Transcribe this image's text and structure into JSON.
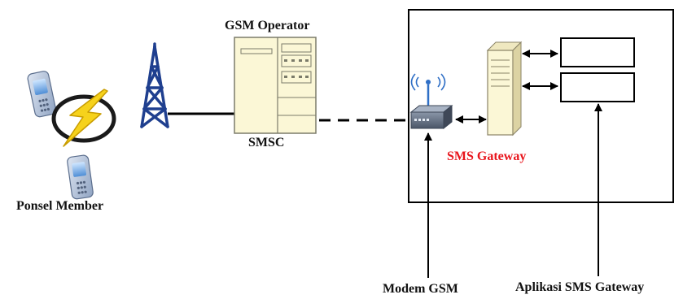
{
  "labels": {
    "gsm_operator": "GSM Operator",
    "smsc": "SMSC",
    "ponsel_member": "Ponsel Member",
    "sms_gateway": "SMS Gateway",
    "modem_gsm": "Modem GSM",
    "aplikasi_sms_gateway": "Aplikasi SMS Gateway"
  },
  "icons": {
    "phone": "mobile-phone-icon",
    "lightning": "lightning-icon",
    "tower": "cell-tower-icon",
    "smsc_server": "smsc-server-icon",
    "modem": "gsm-modem-icon",
    "gateway_server": "gateway-server-icon"
  },
  "colors": {
    "sms_gateway_label": "#e8141b",
    "tower": "#1f3f8f",
    "lightning": "#f6d21c",
    "server_fill": "#fbf7d6",
    "modem": "#5f6f86"
  }
}
